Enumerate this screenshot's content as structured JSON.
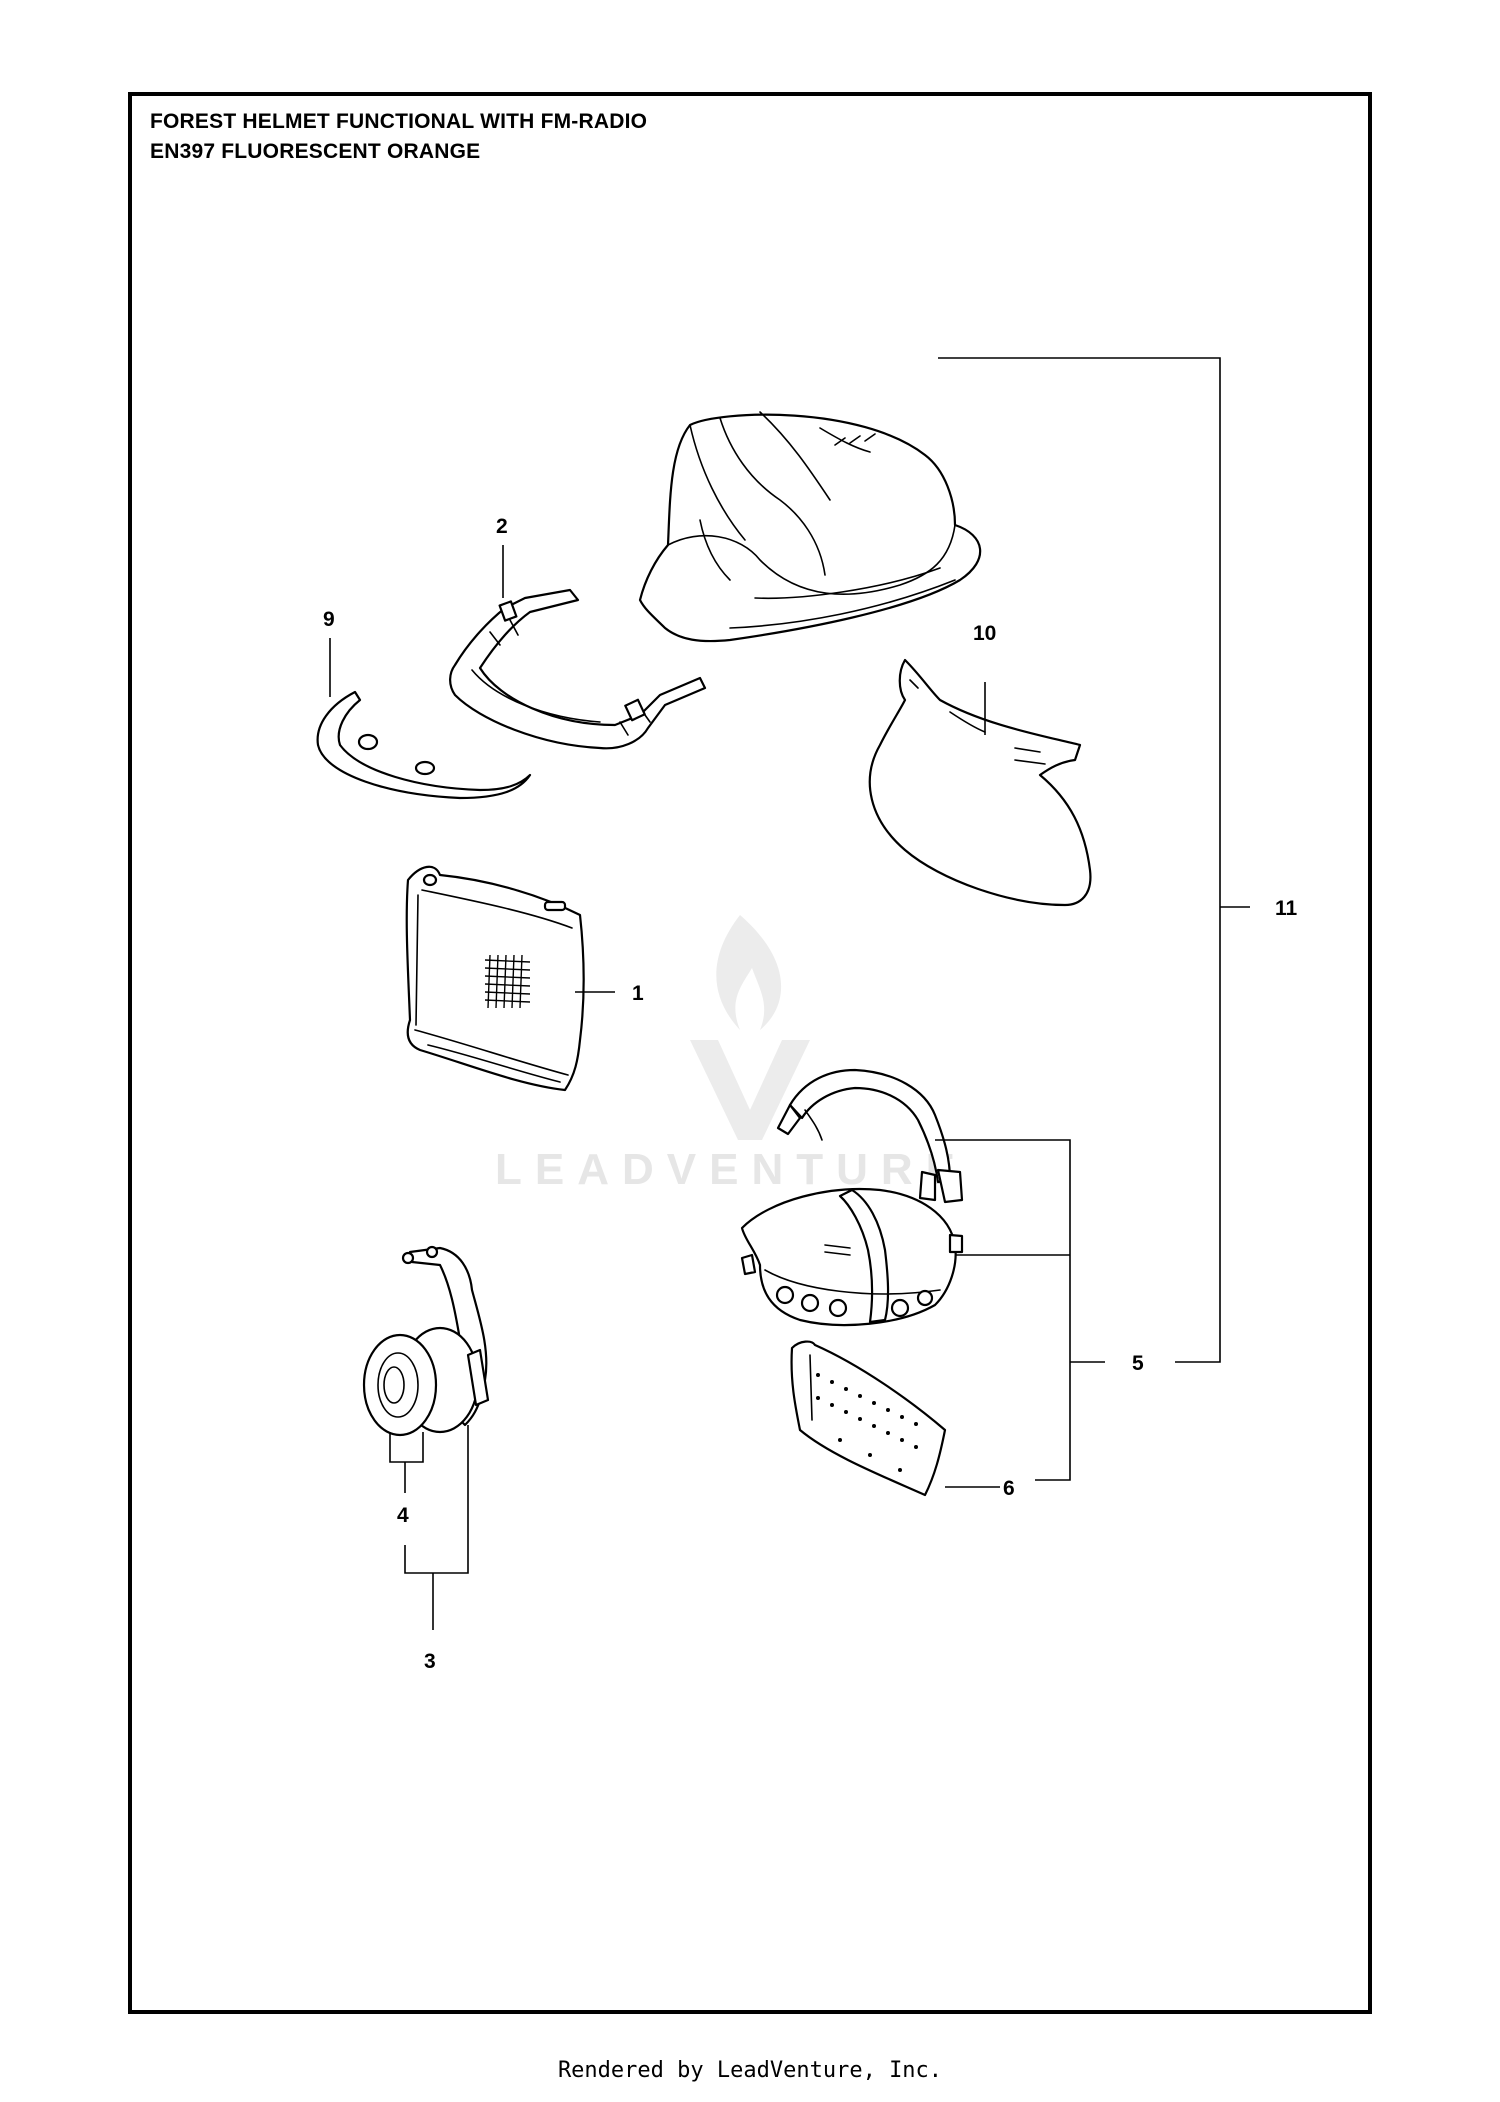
{
  "title": {
    "line1": "FOREST HELMET FUNCTIONAL WITH FM-RADIO",
    "line2": "EN397 FLUORESCENT ORANGE"
  },
  "callouts": {
    "c1": "1",
    "c2": "2",
    "c3": "3",
    "c4": "4",
    "c5": "5",
    "c6": "6",
    "c9": "9",
    "c10": "10",
    "c11": "11"
  },
  "watermark": "LEADVENTURE",
  "footer": "Rendered by LeadVenture, Inc."
}
